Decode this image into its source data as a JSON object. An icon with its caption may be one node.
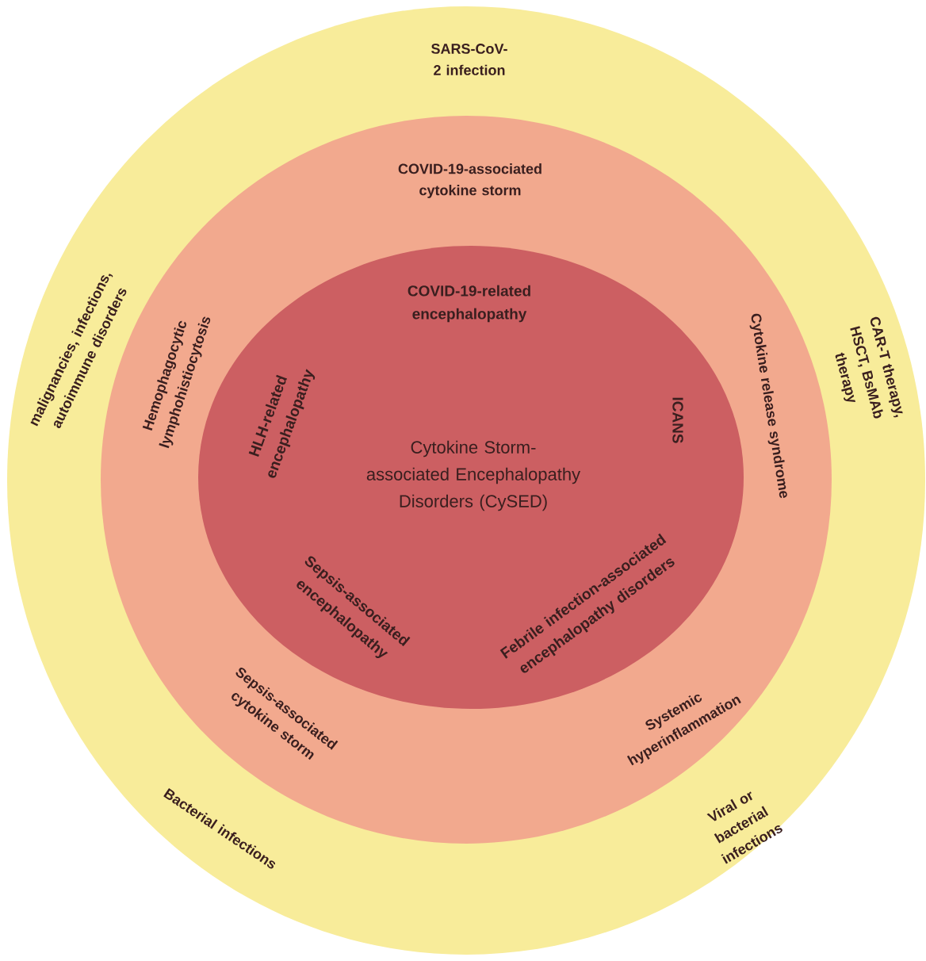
{
  "diagram": {
    "nodes": [
      {
        "text": [
          "SARS-CoV-2 infection",
          "malignancies, infections, autoimmune disorders",
          "CAR-T therapy, HSCT, BsMAb therapy",
          "Bacterial infections",
          "Viral or bacterial infections"
        ]
      },
      {
        "text": [
          "COVID-19-associated cytokine storm",
          "Hemophagocytic lymphohistiocytosis",
          "Cytokine release syndrome",
          "Sepsis-associated cytokine storm",
          "Systemic hyperinflammation"
        ],
        "in": 0
      },
      {
        "text": [
          "COVID-19-related encephalopathy",
          "HLH-related encephalopathy",
          "ICANS",
          "Cytokine Storm-associated Encephalopathy Disorders (CySED)",
          "Sepsis-associated encephalopathy",
          "Febrile infection-associated encephalopathy disorders"
        ],
        "in": 1
      }
    ]
  }
}
